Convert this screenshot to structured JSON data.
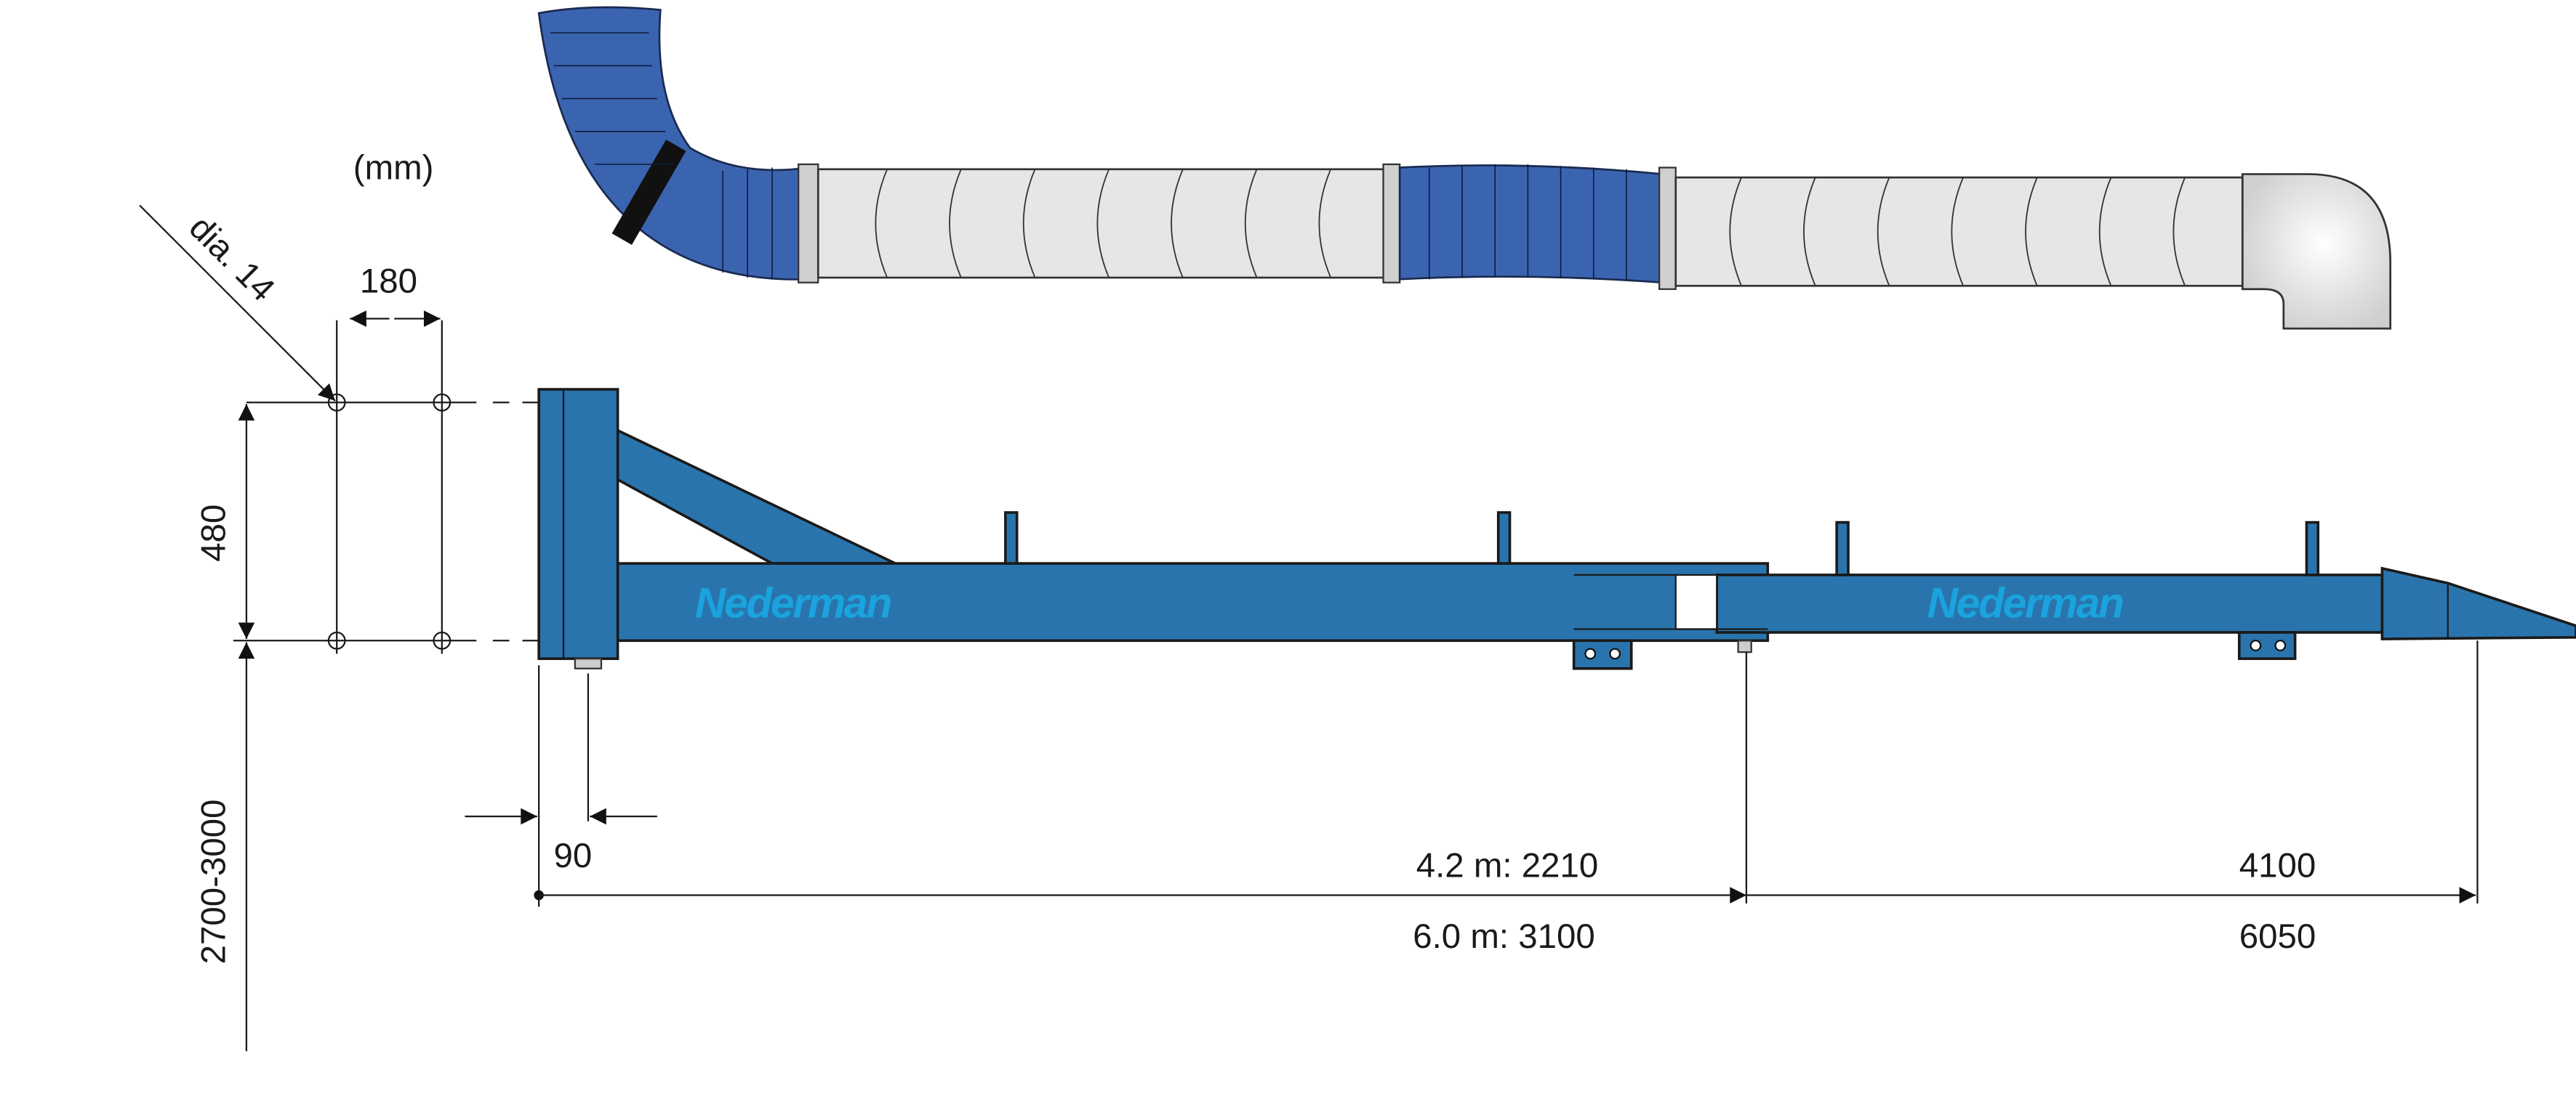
{
  "units_label": "(mm)",
  "hole_label": "dia. 14",
  "dimensions": {
    "hole_spacing_horizontal": "180",
    "hole_spacing_vertical": "480",
    "mounting_height": "2700-3000",
    "plate_offset": "90",
    "short_42": "4.2 m: 2210",
    "short_60": "6.0 m: 3100",
    "long_42": "4100",
    "long_60": "6050"
  },
  "brand": {
    "text": "Nederman",
    "color": "#1aa3dd"
  },
  "colors": {
    "boom": "#2a74ad",
    "hose": "#3b64b0",
    "duct": "#e6e6e6"
  }
}
